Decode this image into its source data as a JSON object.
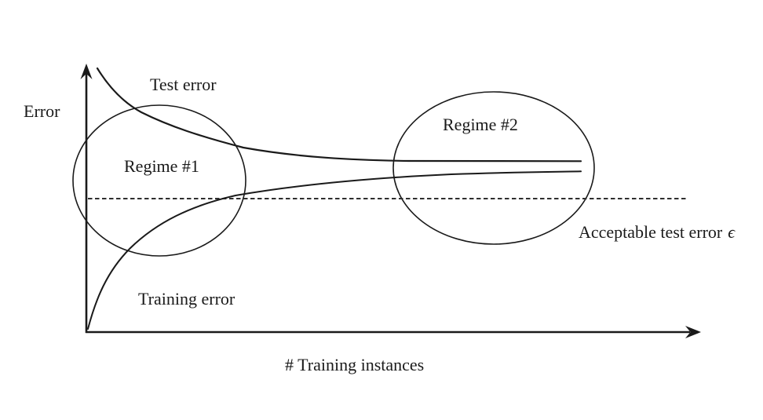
{
  "diagram": {
    "labels": {
      "y_axis": "Error",
      "x_axis": "# Training instances",
      "test_curve": "Test error",
      "training_curve": "Training error",
      "regime_1": "Regime #1",
      "regime_2": "Regime #2",
      "acceptable_error_text": "Acceptable test error",
      "acceptable_error_symbol": "ϵ"
    },
    "colors": {
      "ink": "#1a1a1a",
      "dashed_line": "#2f2f2f",
      "background": "#ffffff"
    }
  }
}
